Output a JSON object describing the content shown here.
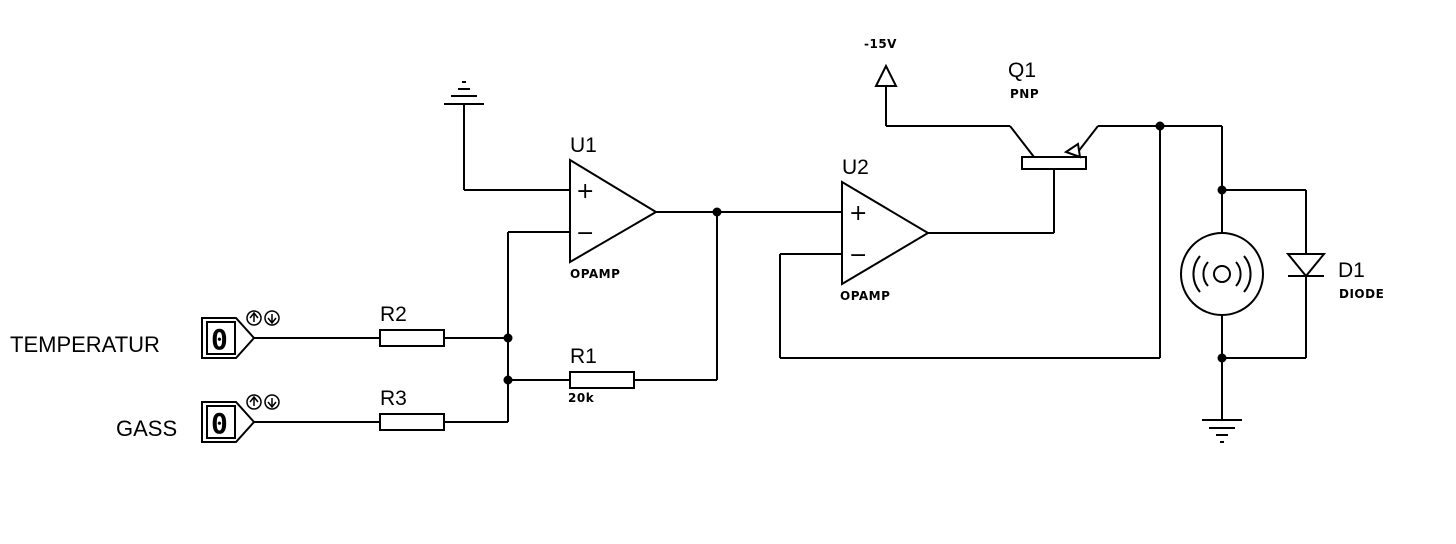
{
  "inputs": {
    "temperatur": {
      "label": "TEMPERATUR",
      "state": "0",
      "toggle_icon": "up-down-arrows"
    },
    "gass": {
      "label": "GASS",
      "state": "0",
      "toggle_icon": "up-down-arrows"
    }
  },
  "resistors": {
    "r2": {
      "ref": "R2"
    },
    "r3": {
      "ref": "R3"
    },
    "r1": {
      "ref": "R1",
      "value": "20k"
    }
  },
  "opamps": {
    "u1": {
      "ref": "U1",
      "type": "OPAMP",
      "plus": "+",
      "minus": "−"
    },
    "u2": {
      "ref": "U2",
      "type": "OPAMP",
      "plus": "+",
      "minus": "−"
    }
  },
  "transistor": {
    "ref": "Q1",
    "type": "PNP"
  },
  "supply": {
    "label": "-15V"
  },
  "diode": {
    "ref": "D1",
    "type": "DIODE"
  },
  "buzzer": {
    "icon": "buzzer-icon"
  },
  "colors": {
    "wire": "#000000",
    "background": "#ffffff"
  }
}
